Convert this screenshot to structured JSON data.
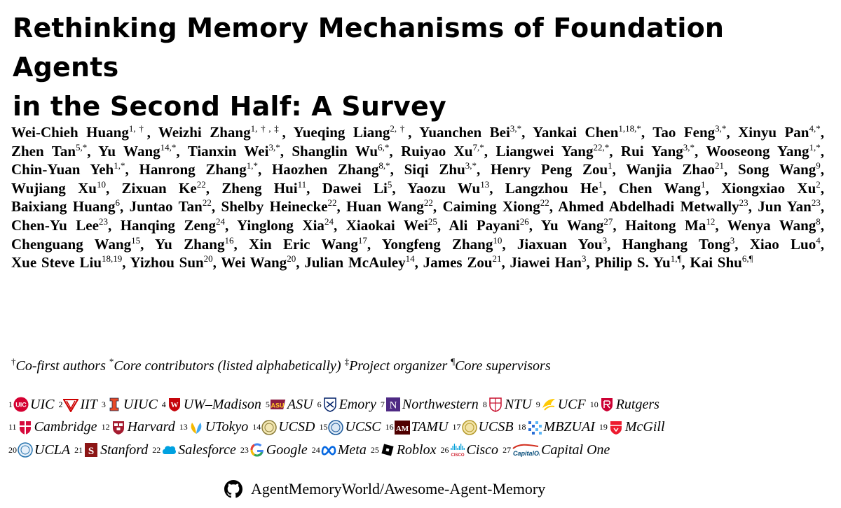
{
  "title": {
    "line1": "Rethinking Memory Mechanisms of Foundation Agents",
    "line2": "in the Second Half: A Survey"
  },
  "authors": [
    {
      "name": "Wei-Chieh Huang",
      "sup": "1,†"
    },
    {
      "name": "Weizhi Zhang",
      "sup": "1,†,‡"
    },
    {
      "name": "Yueqing Liang",
      "sup": "2,†"
    },
    {
      "name": "Yuanchen Bei",
      "sup": "3,*"
    },
    {
      "name": "Yankai Chen",
      "sup": "1,18,*"
    },
    {
      "name": "Tao Feng",
      "sup": "3,*"
    },
    {
      "name": "Xinyu Pan",
      "sup": "4,*"
    },
    {
      "name": "Zhen Tan",
      "sup": "5,*"
    },
    {
      "name": "Yu Wang",
      "sup": "14,*"
    },
    {
      "name": "Tianxin Wei",
      "sup": "3,*"
    },
    {
      "name": "Shanglin Wu",
      "sup": "6,*"
    },
    {
      "name": "Ruiyao Xu",
      "sup": "7,*"
    },
    {
      "name": "Liangwei Yang",
      "sup": "22,*"
    },
    {
      "name": "Rui Yang",
      "sup": "3,*"
    },
    {
      "name": "Wooseong Yang",
      "sup": "1,*"
    },
    {
      "name": "Chin-Yuan Yeh",
      "sup": "1,*"
    },
    {
      "name": "Hanrong Zhang",
      "sup": "1,*"
    },
    {
      "name": "Haozhen Zhang",
      "sup": "8,*"
    },
    {
      "name": "Siqi Zhu",
      "sup": "3,*"
    },
    {
      "name": "Henry Peng Zou",
      "sup": "1"
    },
    {
      "name": "Wanjia Zhao",
      "sup": "21"
    },
    {
      "name": "Song Wang",
      "sup": "9"
    },
    {
      "name": "Wujiang Xu",
      "sup": "10"
    },
    {
      "name": "Zixuan Ke",
      "sup": "22"
    },
    {
      "name": "Zheng Hui",
      "sup": "11"
    },
    {
      "name": "Dawei Li",
      "sup": "5"
    },
    {
      "name": "Yaozu Wu",
      "sup": "13"
    },
    {
      "name": "Langzhou He",
      "sup": "1"
    },
    {
      "name": "Chen Wang",
      "sup": "1"
    },
    {
      "name": "Xiongxiao Xu",
      "sup": "2"
    },
    {
      "name": "Baixiang Huang",
      "sup": "6"
    },
    {
      "name": "Juntao Tan",
      "sup": "22"
    },
    {
      "name": "Shelby Heinecke",
      "sup": "22"
    },
    {
      "name": "Huan Wang",
      "sup": "22"
    },
    {
      "name": "Caiming Xiong",
      "sup": "22"
    },
    {
      "name": "Ahmed Abdelhadi Metwally",
      "sup": "23"
    },
    {
      "name": "Jun Yan",
      "sup": "23"
    },
    {
      "name": "Chen-Yu Lee",
      "sup": "23"
    },
    {
      "name": "Hanqing Zeng",
      "sup": "24"
    },
    {
      "name": "Yinglong Xia",
      "sup": "24"
    },
    {
      "name": "Xiaokai Wei",
      "sup": "25"
    },
    {
      "name": "Ali Payani",
      "sup": "26"
    },
    {
      "name": "Yu Wang",
      "sup": "27"
    },
    {
      "name": "Haitong Ma",
      "sup": "12"
    },
    {
      "name": "Wenya Wang",
      "sup": "8"
    },
    {
      "name": "Chenguang Wang",
      "sup": "15"
    },
    {
      "name": "Yu Zhang",
      "sup": "16"
    },
    {
      "name": "Xin Eric Wang",
      "sup": "17"
    },
    {
      "name": "Yongfeng Zhang",
      "sup": "10"
    },
    {
      "name": "Jiaxuan You",
      "sup": "3"
    },
    {
      "name": "Hanghang Tong",
      "sup": "3"
    },
    {
      "name": "Xiao Luo",
      "sup": "4"
    },
    {
      "name": "Xue Steve Liu",
      "sup": "18,19"
    },
    {
      "name": "Yizhou Sun",
      "sup": "20"
    },
    {
      "name": "Wei Wang",
      "sup": "20"
    },
    {
      "name": "Julian McAuley",
      "sup": "14"
    },
    {
      "name": "James Zou",
      "sup": "21"
    },
    {
      "name": "Jiawei Han",
      "sup": "3"
    },
    {
      "name": "Philip S. Yu",
      "sup": "1,¶"
    },
    {
      "name": "Kai Shu",
      "sup": "6,¶"
    }
  ],
  "notes": [
    {
      "sym": "†",
      "text": "Co-first authors"
    },
    {
      "sym": "*",
      "text": "Core contributors (listed alphabetically)"
    },
    {
      "sym": "‡",
      "text": "Project organizer"
    },
    {
      "sym": "¶",
      "text": "Core supervisors"
    }
  ],
  "affiliation_rows": [
    [
      {
        "num": "1",
        "name": "UIC",
        "logo": "uic-logo",
        "color": "#d50032"
      },
      {
        "num": "2",
        "name": "IIT",
        "logo": "iit-logo",
        "color": "#cc0000"
      },
      {
        "num": "3",
        "name": "UIUC",
        "logo": "uiuc-logo",
        "color": "#e84a27"
      },
      {
        "num": "4",
        "name": "UW–Madison",
        "logo": "uw-madison-logo",
        "color": "#c5050c"
      },
      {
        "num": "5",
        "name": "ASU",
        "logo": "asu-logo",
        "color": "#8c1d40"
      },
      {
        "num": "6",
        "name": "Emory",
        "logo": "emory-logo",
        "color": "#012169"
      },
      {
        "num": "7",
        "name": "Northwestern",
        "logo": "northwestern-logo",
        "color": "#4e2a84"
      },
      {
        "num": "8",
        "name": "NTU",
        "logo": "ntu-logo",
        "color": "#c8102e"
      },
      {
        "num": "9",
        "name": "UCF",
        "logo": "ucf-logo",
        "color": "#ffc904"
      },
      {
        "num": "10",
        "name": "Rutgers",
        "logo": "rutgers-logo",
        "color": "#cc0033"
      }
    ],
    [
      {
        "num": "11",
        "name": "Cambridge",
        "logo": "cambridge-logo",
        "color": "#d6083b"
      },
      {
        "num": "12",
        "name": "Harvard",
        "logo": "harvard-logo",
        "color": "#a51c30"
      },
      {
        "num": "13",
        "name": "UTokyo",
        "logo": "utokyo-logo",
        "color": "#f5b800"
      },
      {
        "num": "14",
        "name": "UCSD",
        "logo": "ucsd-logo",
        "color": "#8b7d3a"
      },
      {
        "num": "15",
        "name": "UCSC",
        "logo": "ucsc-logo",
        "color": "#1d5a9b"
      },
      {
        "num": "16",
        "name": "TAMU",
        "logo": "tamu-logo",
        "color": "#500000"
      },
      {
        "num": "17",
        "name": "UCSB",
        "logo": "ucsb-logo",
        "color": "#b59a2c"
      },
      {
        "num": "18",
        "name": "MBZUAI",
        "logo": "mbzuai-logo",
        "color": "#2a6fd6"
      },
      {
        "num": "19",
        "name": "McGill",
        "logo": "mcgill-logo",
        "color": "#ed1b2f"
      }
    ],
    [
      {
        "num": "20",
        "name": "UCLA",
        "logo": "ucla-logo",
        "color": "#2774ae"
      },
      {
        "num": "21",
        "name": "Stanford",
        "logo": "stanford-logo",
        "color": "#8c1515"
      },
      {
        "num": "22",
        "name": "Salesforce",
        "logo": "salesforce-logo",
        "color": "#00a1e0"
      },
      {
        "num": "23",
        "name": "Google",
        "logo": "google-logo",
        "color": "#4285f4"
      },
      {
        "num": "24",
        "name": "Meta",
        "logo": "meta-logo",
        "color": "#0668e1"
      },
      {
        "num": "25",
        "name": "Roblox",
        "logo": "roblox-logo",
        "color": "#000000"
      },
      {
        "num": "26",
        "name": "Cisco",
        "logo": "cisco-logo",
        "color": "#049fd9"
      },
      {
        "num": "27",
        "name": "Capital One",
        "logo": "capital-one-logo",
        "color": "#004977"
      }
    ]
  ],
  "logo_text": {
    "uic": "UIC",
    "cisco": "CISCO",
    "capital_one": "CapitalOne"
  },
  "repo": {
    "icon": "github-icon",
    "text": "AgentMemoryWorld/Awesome-Agent-Memory"
  }
}
